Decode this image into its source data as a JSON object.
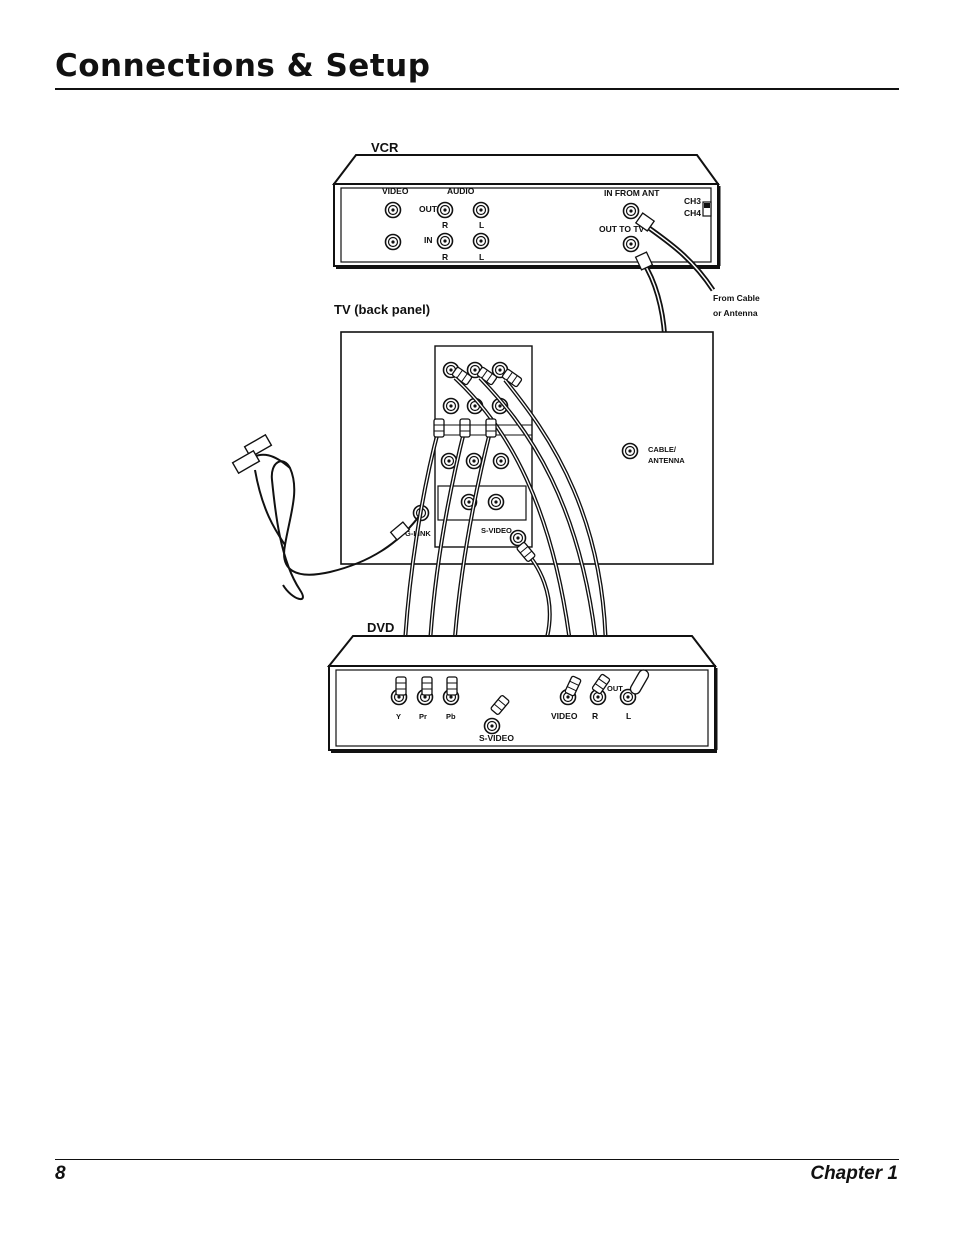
{
  "header": {
    "title": "Connections & Setup"
  },
  "footer": {
    "page_number": "8",
    "chapter": "Chapter 1"
  },
  "diagram": {
    "vcr": {
      "title": "VCR",
      "video": "VIDEO",
      "audio": "AUDIO",
      "out": "OUT",
      "in": "IN",
      "r1": "R",
      "l1": "L",
      "r2": "R",
      "l2": "L",
      "in_from_ant": "IN FROM ANT",
      "out_to_tv": "OUT TO TV",
      "ch3": "CH3",
      "ch4": "CH4"
    },
    "from_cable_line1": "From Cable",
    "from_cable_line2": "or Antenna",
    "tv": {
      "title": "TV (back panel)",
      "cable_antenna_line1": "CABLE/",
      "cable_antenna_line2": "ANTENNA",
      "g_link": "G-LINK",
      "s_video": "S-VIDEO"
    },
    "dvd": {
      "title": "DVD",
      "y": "Y",
      "pr": "Pr",
      "pb": "Pb",
      "video": "VIDEO",
      "r": "R",
      "l": "L",
      "out": "OUT",
      "s_video": "S-VIDEO"
    }
  }
}
